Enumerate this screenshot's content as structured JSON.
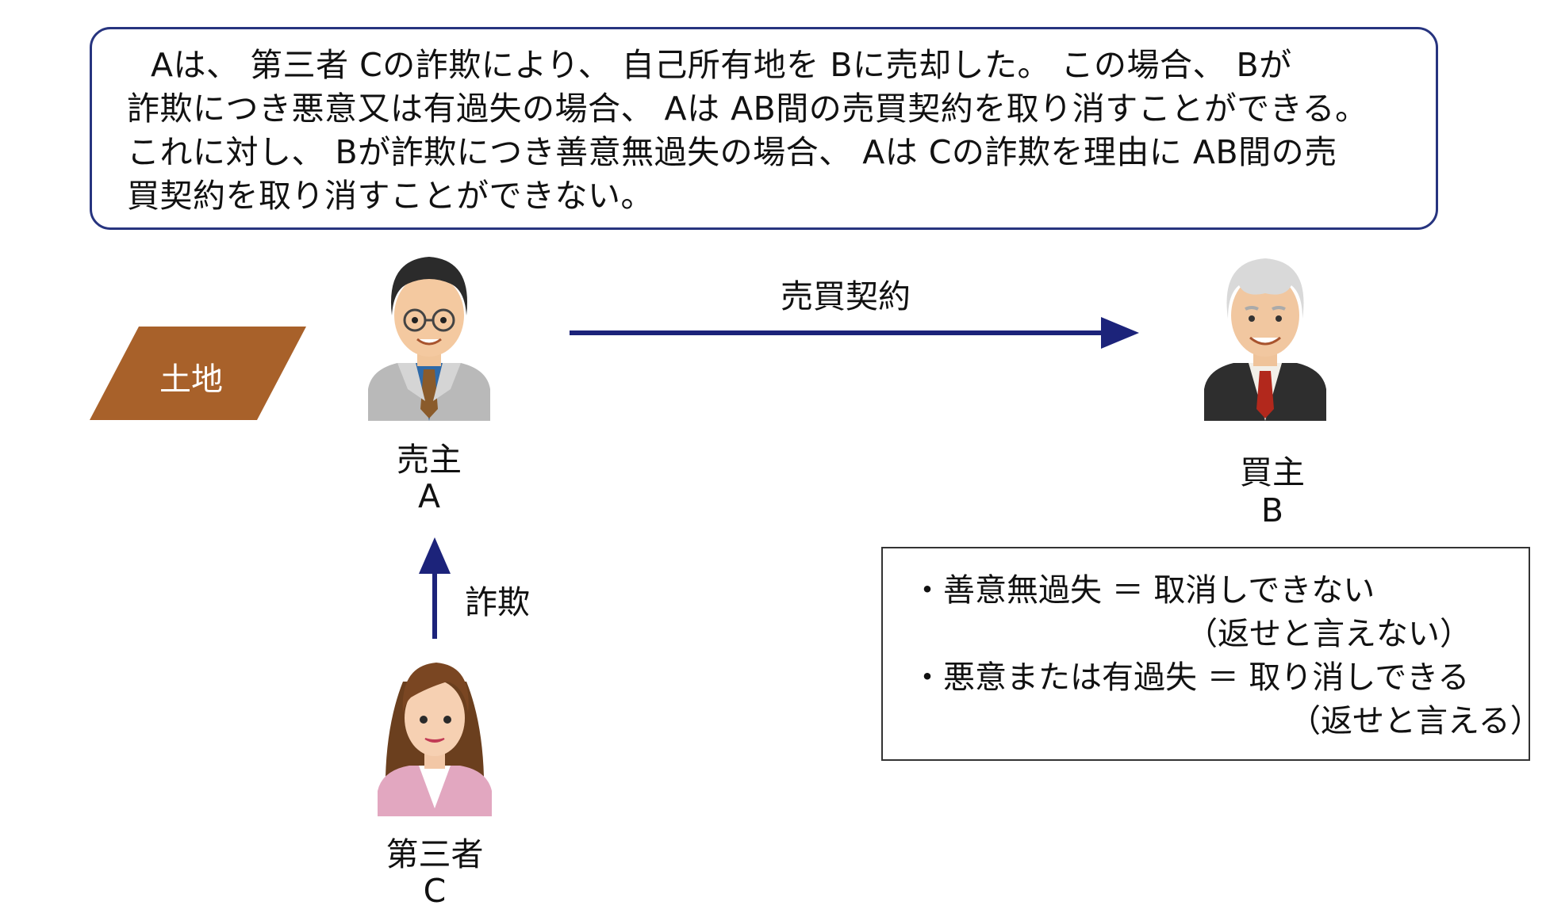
{
  "caption": {
    "lines": [
      "Aは、 第三者 Cの詐欺により、 自己所有地を Bに売却した。 この場合、 Bが",
      "詐欺につき悪意又は有過失の場合、 Aは AB間の売買契約を取り消すことができる。",
      "これに対し、 Bが詐欺につき善意無過失の場合、 Aは Cの詐欺を理由に AB間の売",
      "買契約を取り消すことができない。"
    ]
  },
  "land": {
    "label": "土地",
    "color": "#a8612a"
  },
  "seller": {
    "role": "売主",
    "letter": "A"
  },
  "buyer": {
    "role": "買主",
    "letter": "B"
  },
  "third_party": {
    "role": "第三者",
    "letter": "C"
  },
  "contract": {
    "label": "売買契約"
  },
  "fraud": {
    "label": "詐欺"
  },
  "rules": {
    "rule1": {
      "main": "・善意無過失 ＝ 取消しできない",
      "sub": "（返せと言えない）"
    },
    "rule2": {
      "main": "・悪意または有過失 ＝ 取り消しできる",
      "sub": "（返せと言える）"
    }
  },
  "colors": {
    "arrow": "#1c237a",
    "border": "#27347f"
  },
  "icons": {
    "seller": "man-with-glasses-avatar-icon",
    "buyer": "elderly-man-avatar-icon",
    "third_party": "woman-avatar-icon"
  }
}
